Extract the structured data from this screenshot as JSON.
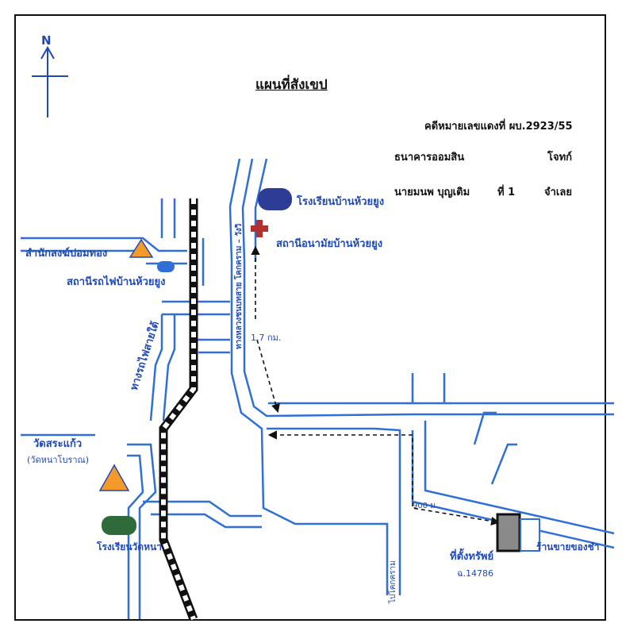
{
  "title": "แผนที่สังเขป",
  "north_label": "N",
  "case": {
    "number_label": "คดีหมายเลขแดงที่ ผบ.2923/55",
    "plaintiff": "ธนาคารออมสิน",
    "plaintiff_role": "โจทก์",
    "defendant": "นายมนพ บุญเติม",
    "defendant_number": "ที่ 1",
    "defendant_role": "จำเลย"
  },
  "places": {
    "school_huai_yung": "โรงเรียนบ้านห้วยยูง",
    "health_station": "สถานีอนามัยบ้านห้วยยูง",
    "monastery": "สำนักสงฆ์ปอมทอง",
    "train_station": "สถานีรถไฟบ้านห้วยยูง",
    "railway": "ทางรถไฟสายใต้",
    "highway": "ทางหลวงชนบทสาย โคกคราม – วังวิ",
    "wat_sra_kaew": "วัดสระแก้ว",
    "wat_sub": "(วัดหนาโบราณ)",
    "school_wat_na": "โรงเรียนวัดหนา",
    "to_khok_khram": "ไปโคกคราม",
    "property": "ที่ตั้งทรัพย์",
    "deed": "ฉ.14786",
    "rice_shop": "ร้านขายของชำ"
  },
  "distances": {
    "d1": "1.7 กม.",
    "d2": "900 ม."
  },
  "colors": {
    "road": "#2f6fd6",
    "label": "#1f49b8",
    "school_marker": "#2d3d96",
    "hospital_cross": "#b2312f",
    "temple_fill": "#f39a2a",
    "school_green": "#2e6a3a",
    "property_fill": "#8a8a8a"
  },
  "icons": [
    "north-arrow-icon",
    "temple-icon",
    "hospital-cross-icon",
    "school-icon",
    "train-station-icon"
  ]
}
